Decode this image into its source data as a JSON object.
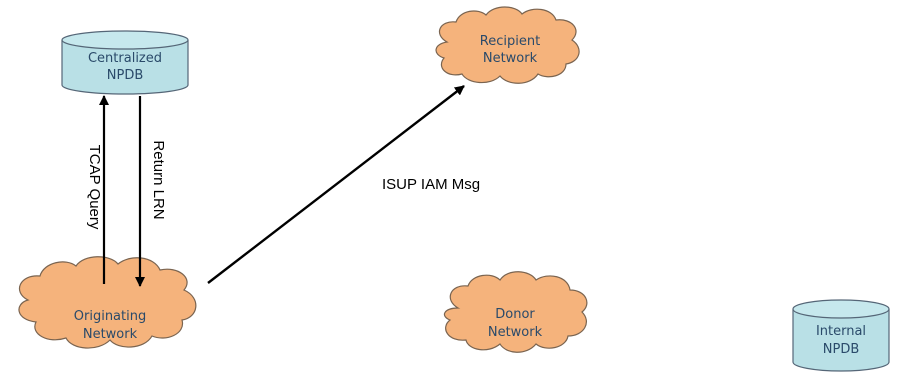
{
  "colors": {
    "db_fill": "#b9e0e6",
    "db_stroke": "#556677",
    "cloud_fill": "#f5b37c",
    "cloud_stroke": "#7a6450",
    "node_text": "#2a4a6a",
    "arrow": "#000000"
  },
  "nodes": {
    "centralized_npdb": {
      "line1": "Centralized",
      "line2": "NPDB",
      "shape": "database-cylinder"
    },
    "recipient_network": {
      "line1": "Recipient",
      "line2": "Network",
      "shape": "cloud"
    },
    "originating_network": {
      "line1": "Originating",
      "line2": "Network",
      "shape": "cloud"
    },
    "donor_network": {
      "line1": "Donor",
      "line2": "Network",
      "shape": "cloud"
    },
    "internal_npdb": {
      "line1": "Internal",
      "line2": "NPDB",
      "shape": "database-cylinder"
    }
  },
  "edges": {
    "tcap_query": {
      "label": "TCAP Query",
      "from": "Originating Network",
      "to": "Centralized NPDB"
    },
    "return_lrn": {
      "label": "Return LRN",
      "from": "Centralized NPDB",
      "to": "Originating Network"
    },
    "isup_iam": {
      "label": "ISUP IAM Msg",
      "from": "Originating Network",
      "to": "Recipient Network"
    }
  }
}
